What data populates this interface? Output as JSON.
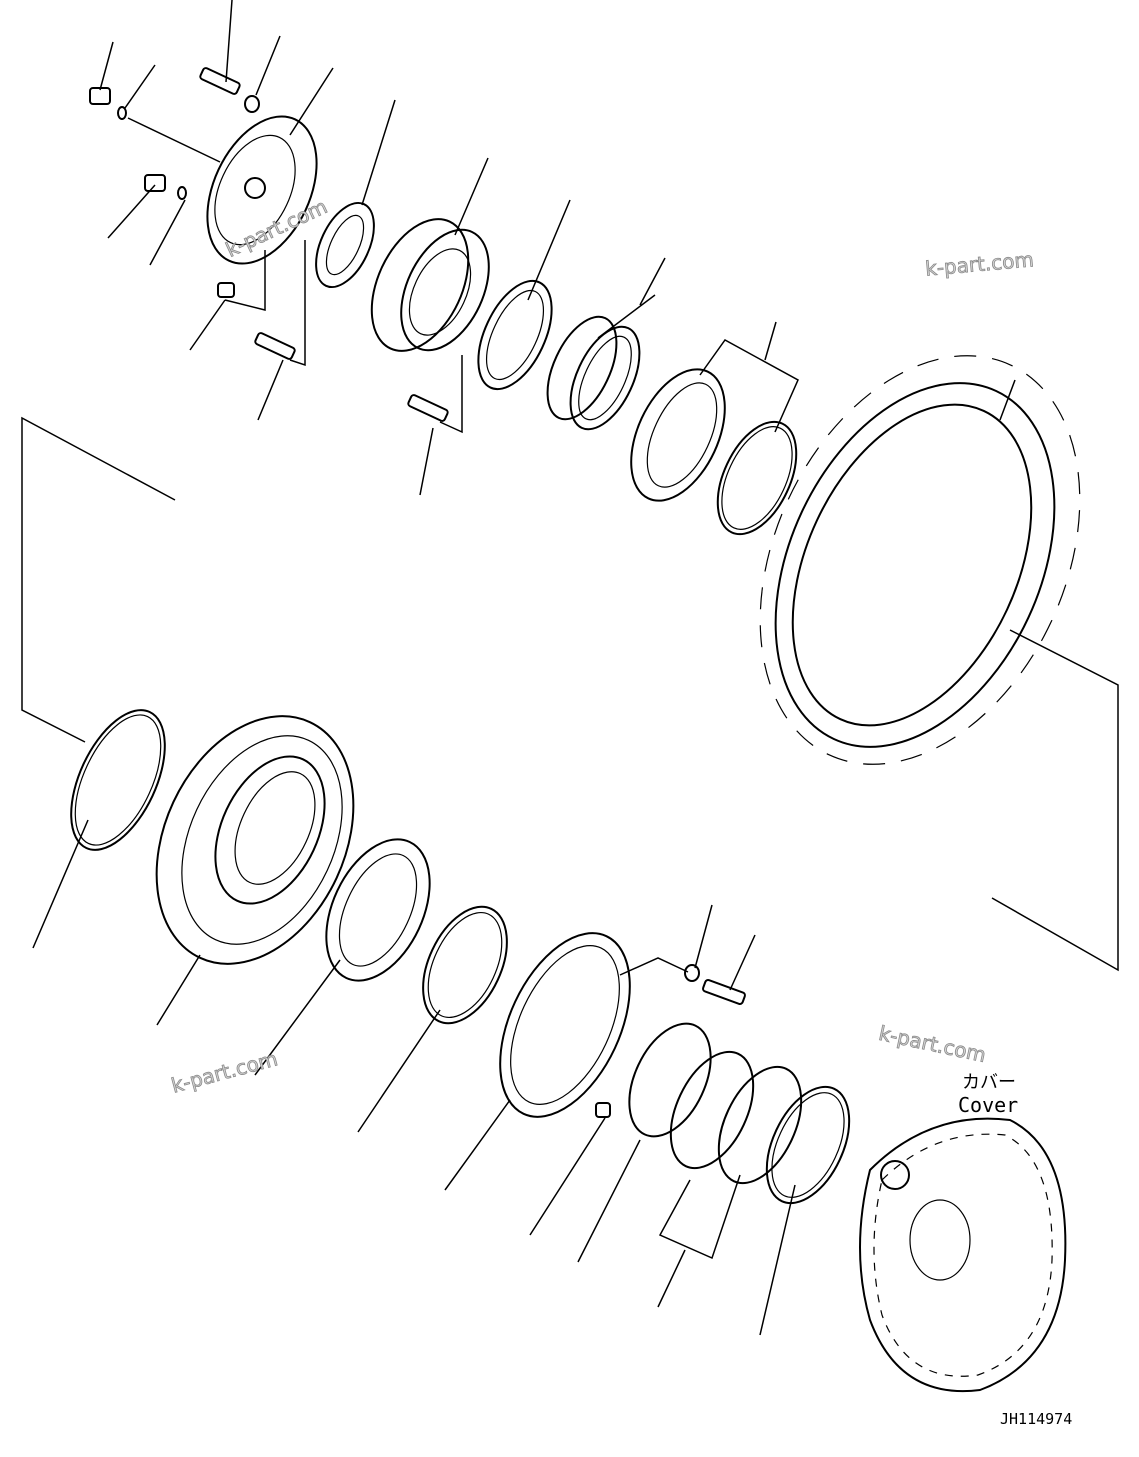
{
  "watermarks": [
    "k-part.com",
    "k-part.com",
    "k-part.com",
    "k-part.com"
  ],
  "cover_label": {
    "japanese": "カバー",
    "english": "Cover"
  },
  "drawing_id": "JH114974"
}
